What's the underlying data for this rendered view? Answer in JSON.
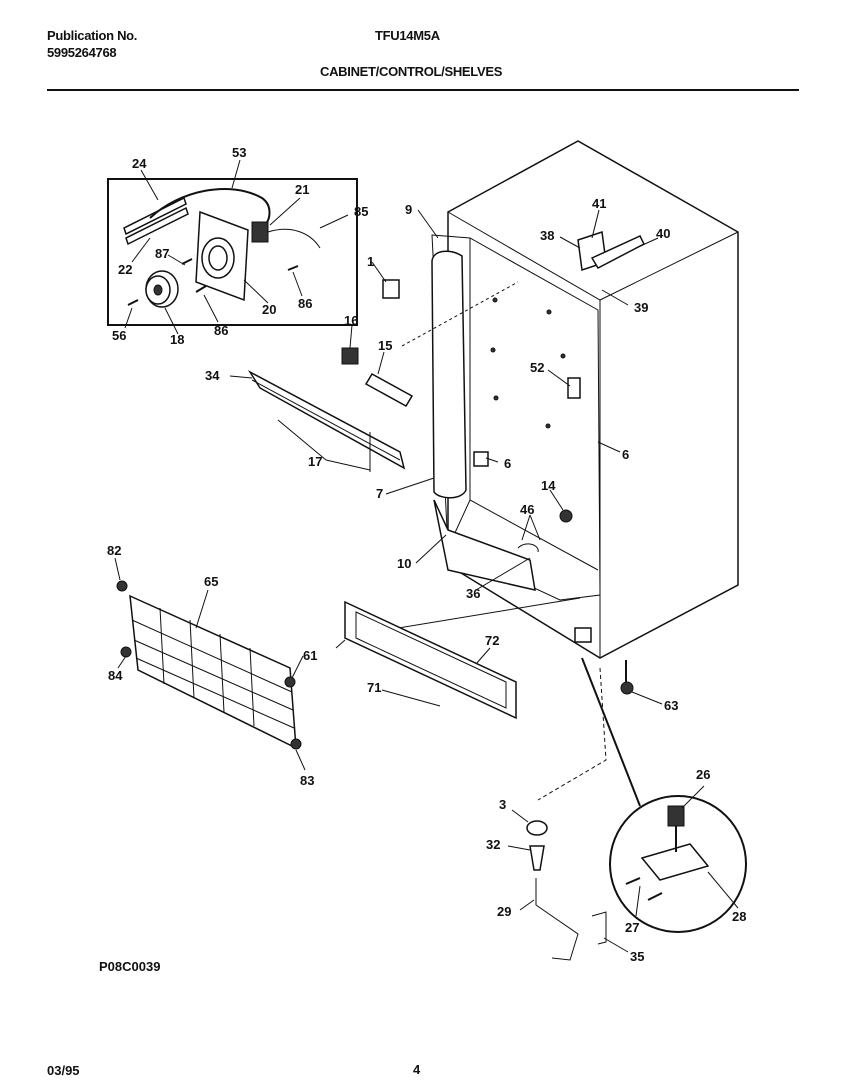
{
  "header": {
    "publication_label": "Publication No.",
    "publication_number": "5995264768",
    "model": "TFU14M5A",
    "section_title": "CABINET/CONTROL/SHELVES"
  },
  "footer": {
    "diagram_code": "P08C0039",
    "date": "03/95",
    "page": "4"
  },
  "callouts": {
    "c1": "1",
    "c3": "3",
    "c6a": "6",
    "c6b": "6",
    "c7": "7",
    "c9": "9",
    "c10": "10",
    "c14": "14",
    "c15": "15",
    "c16": "16",
    "c17": "17",
    "c18": "18",
    "c20": "20",
    "c21": "21",
    "c22": "22",
    "c24": "24",
    "c26": "26",
    "c27": "27",
    "c28": "28",
    "c29": "29",
    "c32": "32",
    "c34": "34",
    "c35": "35",
    "c36": "36",
    "c38": "38",
    "c39": "39",
    "c40": "40",
    "c41": "41",
    "c46": "46",
    "c52": "52",
    "c53": "53",
    "c56": "56",
    "c61": "61",
    "c63": "63",
    "c65": "65",
    "c71": "71",
    "c72": "72",
    "c82": "82",
    "c83": "83",
    "c84": "84",
    "c85": "85",
    "c86a": "86",
    "c86b": "86",
    "c87": "87"
  }
}
